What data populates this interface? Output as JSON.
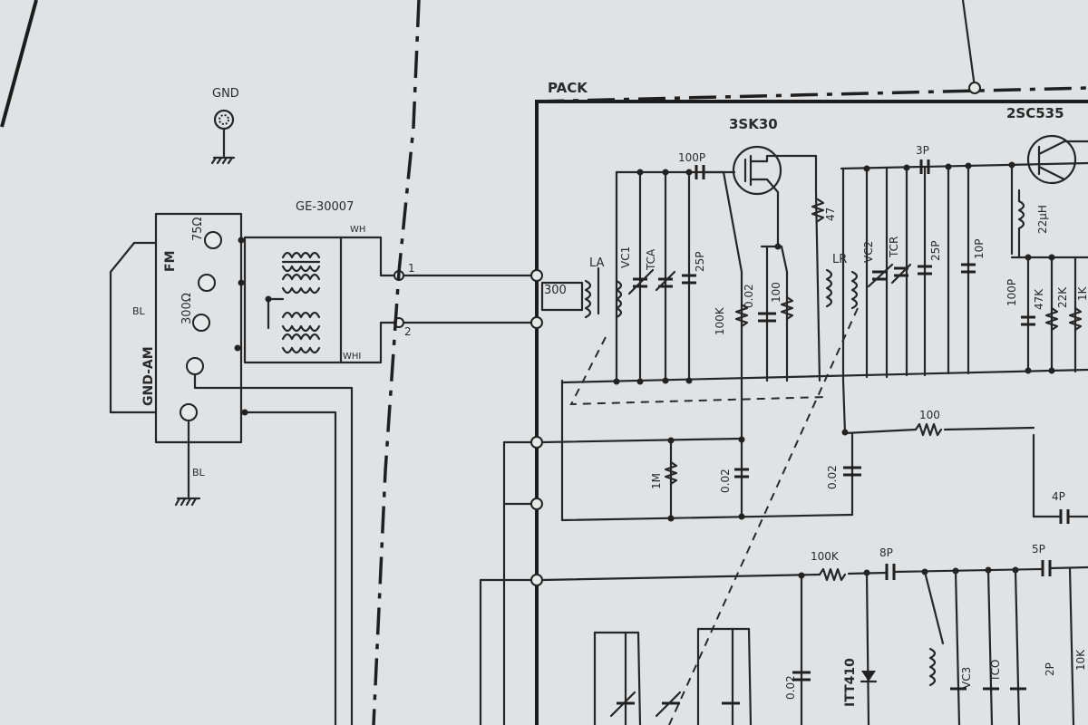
{
  "labels": {
    "gnd": "GND",
    "transformer": "GE-30007",
    "pack": "PACK",
    "fet": "3SK30",
    "transistor": "2SC535",
    "bl_top": "BL",
    "bl_bottom": "BL",
    "fm": "FM",
    "gnd_am": "GND-AM",
    "ohm75": "75Ω",
    "ohm300": "300Ω",
    "wh": "WH",
    "whi": "WHI",
    "pin1": "1",
    "pin2": "2",
    "ant300": "300",
    "la": "LA",
    "vc1": "VC1",
    "tca": "TCA",
    "c25p_a": "25P",
    "c100p_top": "100P",
    "r100k_a": "100K",
    "c002_a": "0.02",
    "r100_a": "100",
    "r47": "47",
    "lr": "LR",
    "vc2": "VC2",
    "tcr": "TCR",
    "c25p_b": "25P",
    "c10p": "10P",
    "c3p": "3P",
    "l22uh": "22μH",
    "c100p_b": "100P",
    "r47k": "47K",
    "r22k": "22K",
    "r1k": "1K",
    "r100_b": "100",
    "r1m": "1M",
    "c002_b": "0.02",
    "c002_c": "0.02",
    "c4p": "4P",
    "r100k_b": "100K",
    "c8p": "8P",
    "c5p": "5P",
    "c002_d": "0.02",
    "diode": "ITT410",
    "vc3": "VC3",
    "tco": "TCO",
    "c2p": "2P",
    "r10k": "10K"
  }
}
